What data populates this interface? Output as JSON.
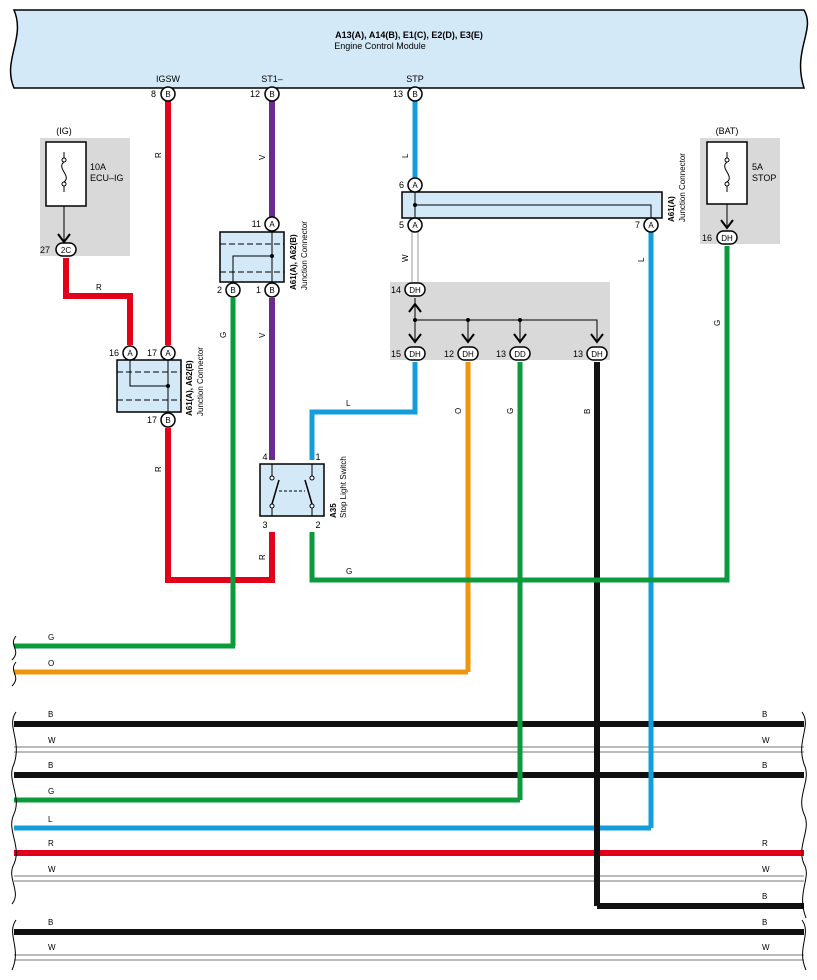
{
  "ecm": {
    "ids": "A13(A), A14(B), E1(C), E2(D), E3(E)",
    "name": "Engine Control Module"
  },
  "ecm_pins": [
    {
      "name": "IGSW",
      "pin": "8",
      "conn": "B"
    },
    {
      "name": "ST1–",
      "pin": "12",
      "conn": "B"
    },
    {
      "name": "STP",
      "pin": "13",
      "conn": "B"
    }
  ],
  "fuse_ig": {
    "supply": "(IG)",
    "rating": "10A",
    "name": "ECU–IG",
    "pin": "27",
    "conn": "2C"
  },
  "fuse_bat": {
    "supply": "(BAT)",
    "rating": "5A",
    "name": "STOP",
    "pin": "16",
    "conn": "DH"
  },
  "jc_left": {
    "ids": "A61(A), A62(B)",
    "label": "Junction Connector",
    "pins": [
      {
        "pin": "16",
        "conn": "A"
      },
      {
        "pin": "17",
        "conn": "A"
      },
      {
        "pin": "17",
        "conn": "B"
      }
    ]
  },
  "jc_mid": {
    "ids": "A61(A), A62(B)",
    "label": "Junction Connector",
    "pins": [
      {
        "pin": "11",
        "conn": "A"
      },
      {
        "pin": "2",
        "conn": "B"
      },
      {
        "pin": "1",
        "conn": "B"
      }
    ]
  },
  "jc_right": {
    "ids": "A61(A)",
    "label": "Junction Connector",
    "pins": [
      {
        "pin": "6",
        "conn": "A"
      },
      {
        "pin": "5",
        "conn": "A"
      },
      {
        "pin": "7",
        "conn": "A"
      }
    ]
  },
  "joint": {
    "pins": [
      {
        "pin": "14",
        "conn": "DH"
      },
      {
        "pin": "15",
        "conn": "DH"
      },
      {
        "pin": "12",
        "conn": "DH"
      },
      {
        "pin": "13",
        "conn": "DD"
      },
      {
        "pin": "13",
        "conn": "DH"
      }
    ]
  },
  "switch": {
    "id": "A35",
    "name": "Stop Light Switch",
    "pins": [
      "4",
      "1",
      "3",
      "2"
    ]
  },
  "wire_labels": [
    "R",
    "R",
    "R",
    "R",
    "V",
    "V",
    "L",
    "L",
    "W",
    "G",
    "L",
    "O",
    "G",
    "B",
    "G",
    "G"
  ],
  "buses": [
    {
      "left": "G",
      "right": ""
    },
    {
      "left": "O",
      "right": ""
    },
    {
      "left": "B",
      "right": "B"
    },
    {
      "left": "W",
      "right": "W"
    },
    {
      "left": "B",
      "right": "B"
    },
    {
      "left": "G",
      "right": ""
    },
    {
      "left": "L",
      "right": ""
    },
    {
      "left": "R",
      "right": "R"
    },
    {
      "left": "W",
      "right": "W"
    },
    {
      "left": "",
      "right": "B"
    },
    {
      "left": "B",
      "right": "B"
    },
    {
      "left": "W",
      "right": "W"
    }
  ],
  "colors": {
    "red": "#e3001b",
    "violet": "#6a2b8e",
    "blue": "#149ddb",
    "green": "#0b9a3c",
    "orange": "#f0960a",
    "black": "#111111",
    "panel": "#d4e9f7",
    "gray": "#d9d9d9"
  }
}
